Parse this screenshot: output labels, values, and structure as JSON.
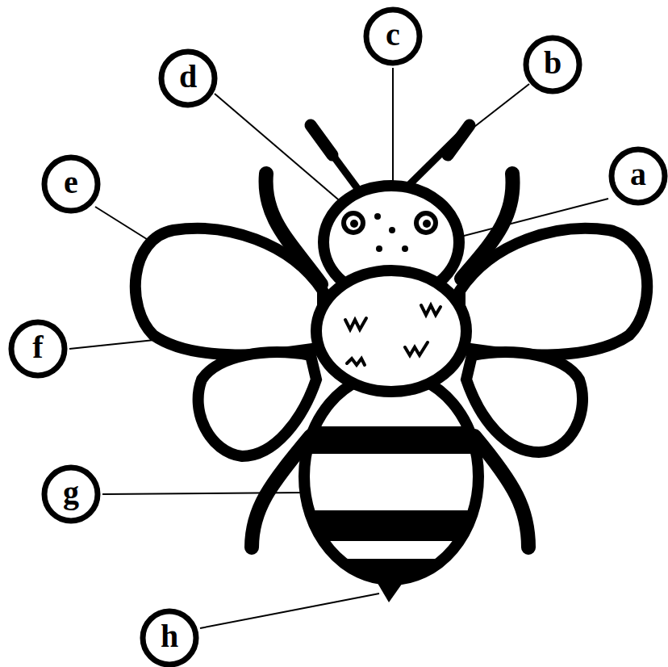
{
  "diagram": {
    "nodes": [
      {
        "text": [
          "a"
        ]
      },
      {
        "text": [
          "b"
        ]
      },
      {
        "text": [
          "c"
        ]
      },
      {
        "text": [
          "d"
        ]
      },
      {
        "text": [
          "e"
        ]
      },
      {
        "text": [
          "f"
        ]
      },
      {
        "text": [
          "g"
        ]
      },
      {
        "text": [
          "h"
        ]
      }
    ]
  }
}
